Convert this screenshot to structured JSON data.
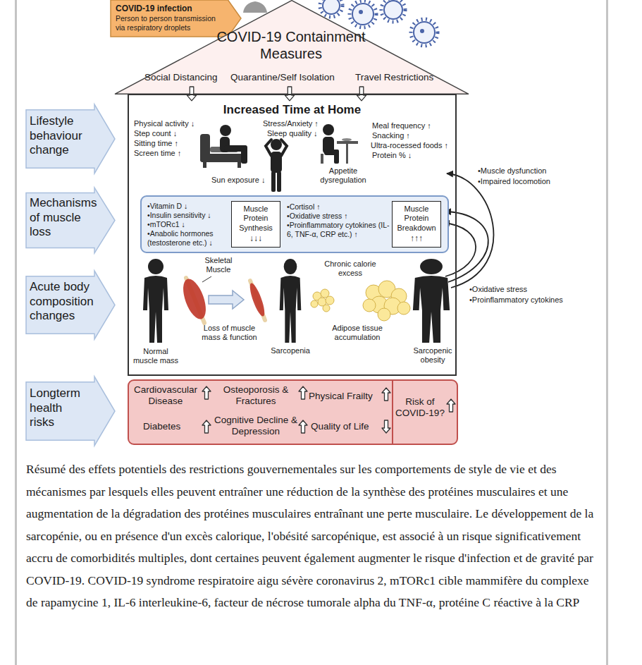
{
  "diagram": {
    "caption": "Résumé des effets potentiels des restrictions gouvernementales sur les comportements de style de vie et des mécanismes par lesquels elles peuvent entraîner une réduction de la synthèse des protéines musculaires et une augmentation de la dégradation des protéines musculaires entraînant une perte musculaire. Le développement de la sarcopénie, ou en présence d'un excès calorique, l'obésité sarcopénique, est associé à un risque significativement accru de comorbidités multiples, dont certaines peuvent également augmenter le risque d'infection et de gravité par COVID-19. COVID-19 syndrome respiratoire aigu sévère coronavirus 2, mTORc1 cible mammifère du complexe de rapamycine 1, IL-6 interleukine-6, facteur de nécrose tumorale alpha du TNF-α, protéine C réactive à la CRP",
    "nodes": [
      {
        "text": [
          "COVID-19 infection",
          "Person to person transmission via respiratory droplets"
        ]
      },
      {
        "text": [
          "COVID-19 Containment Measures",
          "Social Distancing",
          "Quarantine/Self Isolation",
          "Travel Restrictions"
        ]
      },
      {
        "text": [
          "Increased Time at Home"
        ]
      },
      {
        "text": [
          "•Vitamin D ↓",
          "•Insulin sensitivity ↓",
          "•mTORc1 ↓",
          "•Anabolic hormones (testosterone etc.) ↓",
          "•Cortisol ↑",
          "•Oxidative stress ↑",
          "•Proinflammatory cytokines (IL-6, TNF-α, CRP etc.) ↑"
        ],
        "in": 2
      },
      {
        "text": [
          "Muscle Protein Synthesis",
          "↓↓↓"
        ],
        "in": 3
      },
      {
        "text": [
          "Muscle Protein Breakdown",
          "↑↑↑"
        ],
        "in": 3
      },
      {
        "text": [
          "Cardiovascular Disease",
          "Osteoporosis & Fractures",
          "Physical Frailty",
          "Diabetes",
          "Cognitive Decline & Depression",
          "Quality of Life",
          "Risk of COVID-19?"
        ]
      },
      {
        "text": [
          "Lifestyle behaviour change"
        ]
      },
      {
        "text": [
          "Mechanisms of muscle loss"
        ]
      },
      {
        "text": [
          "Acute body composition changes"
        ]
      },
      {
        "text": [
          "Longterm health risks"
        ]
      }
    ],
    "labels": [
      "Physical activity ↓",
      "Step count ↓",
      "Sitting time ↑",
      "Screen time ↑",
      "Stress/Anxiety ↑",
      "Sleep quality ↓",
      "Meal frequency ↑",
      "Snacking ↑",
      "Ultra-rocessed foods ↑",
      "Protein % ↓",
      "Sun exposure ↓",
      "Appetite dysregulation",
      "•Muscle dysfunction",
      "•Impaired locomotion",
      "Skeletal Muscle",
      "Loss of muscle mass & function",
      "Sarcopenia",
      "Chronic calorie excess",
      "Adipose tissue accumulation",
      "Normal muscle mass",
      "Sarcopenic obesity",
      "•Oxidative stress",
      "•Proinflammatory cytokines"
    ]
  }
}
